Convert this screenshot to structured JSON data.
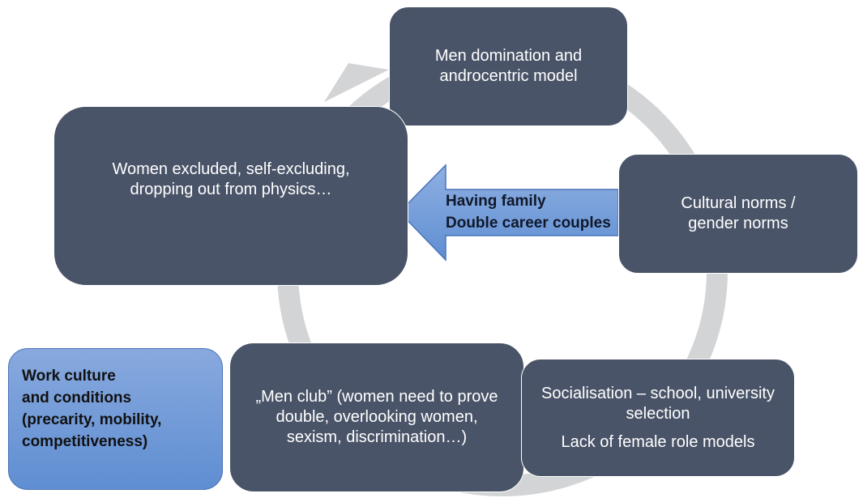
{
  "diagram": {
    "boxes": {
      "men_domination": [
        "Men domination and",
        "androcentric model"
      ],
      "women_excluded": [
        "Women excluded, self-excluding,",
        "dropping out from physics…"
      ],
      "cultural_norms": [
        "Cultural norms /",
        "gender norms"
      ],
      "men_club": [
        "„Men club” (women need to prove",
        "double, overlooking women,",
        "sexism, discrimination…)"
      ],
      "socialisation": [
        "Socialisation – school, university",
        "selection",
        "Lack of female role models"
      ],
      "work_culture": [
        "Work culture",
        "and conditions",
        "(precarity, mobility,",
        "competitiveness)"
      ]
    },
    "arrow_label": [
      "Having family",
      "Double career couples"
    ],
    "colors": {
      "box_fill": "#4a5468",
      "highlight_fill": "#6f97d6",
      "arrow_fill": "#6f97d6",
      "cycle_ring": "#d3d4d6",
      "text_light": "#ffffff",
      "text_dark": "#111111"
    }
  }
}
